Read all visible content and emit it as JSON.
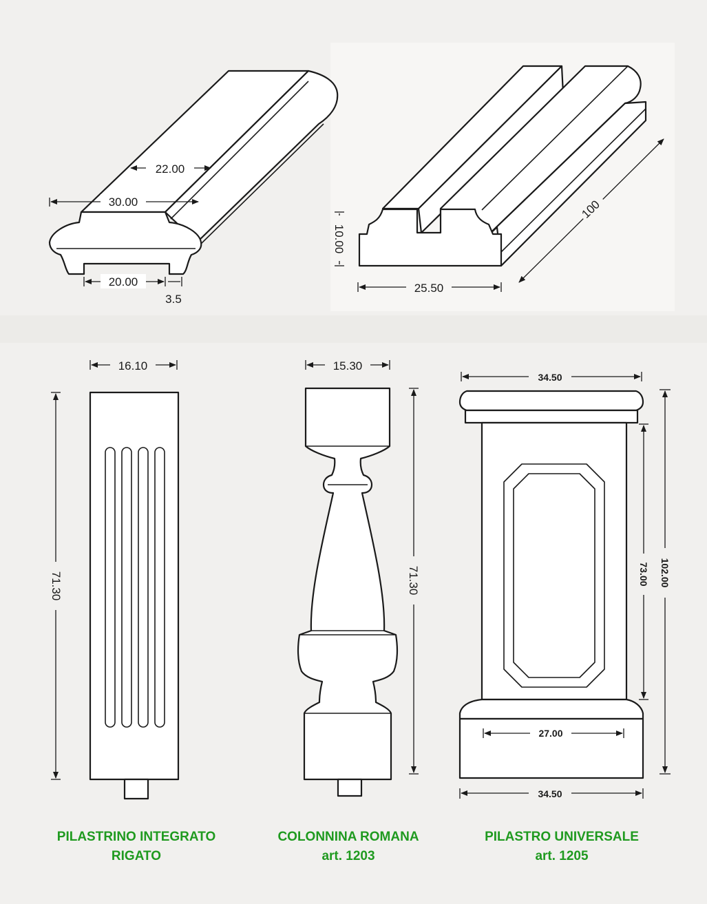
{
  "top_left_profile": {
    "dim_top": "22.00",
    "dim_width": "30.00",
    "dim_base": "20.00",
    "dim_lip": "3.5"
  },
  "top_right_profile": {
    "dim_height": "10.00",
    "dim_width": "25.50",
    "dim_length": "100"
  },
  "pilastrino": {
    "dim_width": "16.10",
    "dim_height": "71.30",
    "caption_line1": "PILASTRINO INTEGRATO",
    "caption_line2": "RIGATO"
  },
  "colonnina": {
    "dim_width": "15.30",
    "dim_height": "71.30",
    "caption_line1": "COLONNINA ROMANA",
    "caption_line2": "art. 1203"
  },
  "pilastro": {
    "dim_top": "34.50",
    "dim_total_height": "102.00",
    "dim_body_height": "73.00",
    "dim_base_inner": "27.00",
    "dim_base": "34.50",
    "caption_line1": "PILASTRO UNIVERSALE",
    "caption_line2": "art. 1205"
  },
  "colors": {
    "caption": "#1f9a1f",
    "line": "#1a1a1a",
    "paper": "#f1f0ee"
  }
}
